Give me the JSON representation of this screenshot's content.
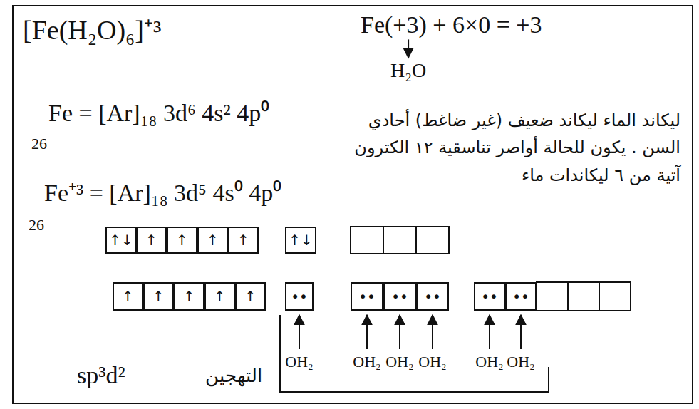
{
  "diagram": {
    "nodes": [
      {
        "text": [
          "↑↓"
        ]
      },
      {
        "text": [
          "↑"
        ]
      },
      {
        "text": [
          "↑"
        ]
      },
      {
        "text": [
          "↑"
        ]
      },
      {
        "text": [
          "↑"
        ]
      },
      {
        "text": [
          "↑↓"
        ]
      },
      {
        "text": [
          "↑"
        ]
      },
      {
        "text": [
          "↑"
        ]
      },
      {
        "text": [
          "↑"
        ]
      },
      {
        "text": [
          "↑"
        ]
      },
      {
        "text": [
          "↑"
        ]
      },
      {
        "text": [
          "••"
        ]
      },
      {
        "text": [
          "••"
        ]
      },
      {
        "text": [
          "••"
        ]
      },
      {
        "text": [
          "••"
        ]
      },
      {
        "text": [
          "••"
        ]
      },
      {
        "text": [
          "••"
        ]
      }
    ],
    "labels": [
      "[Fe(H₂O)₆]⁺³",
      "Fe(+3) + 6×0 = +3",
      "H₂O",
      "Fe = [Ar]₁₈ 3d⁶ 4s² 4p⁰",
      "26",
      "Fe⁺³ = [Ar]₁₈ 3d⁵ 4s⁰ 4p⁰",
      "26",
      "ليكاند الماء ليكاند ضعيف (غير ضاغط) أحادي السن . يكون للحالة أواصر تناسقية ١٢ الكترون آتية من ٦ ليكاندات ماء",
      "OH₂",
      "OH₂",
      "OH₂",
      "OH₂",
      "OH₂",
      "OH₂",
      "sp³d²",
      "التهجين"
    ]
  }
}
